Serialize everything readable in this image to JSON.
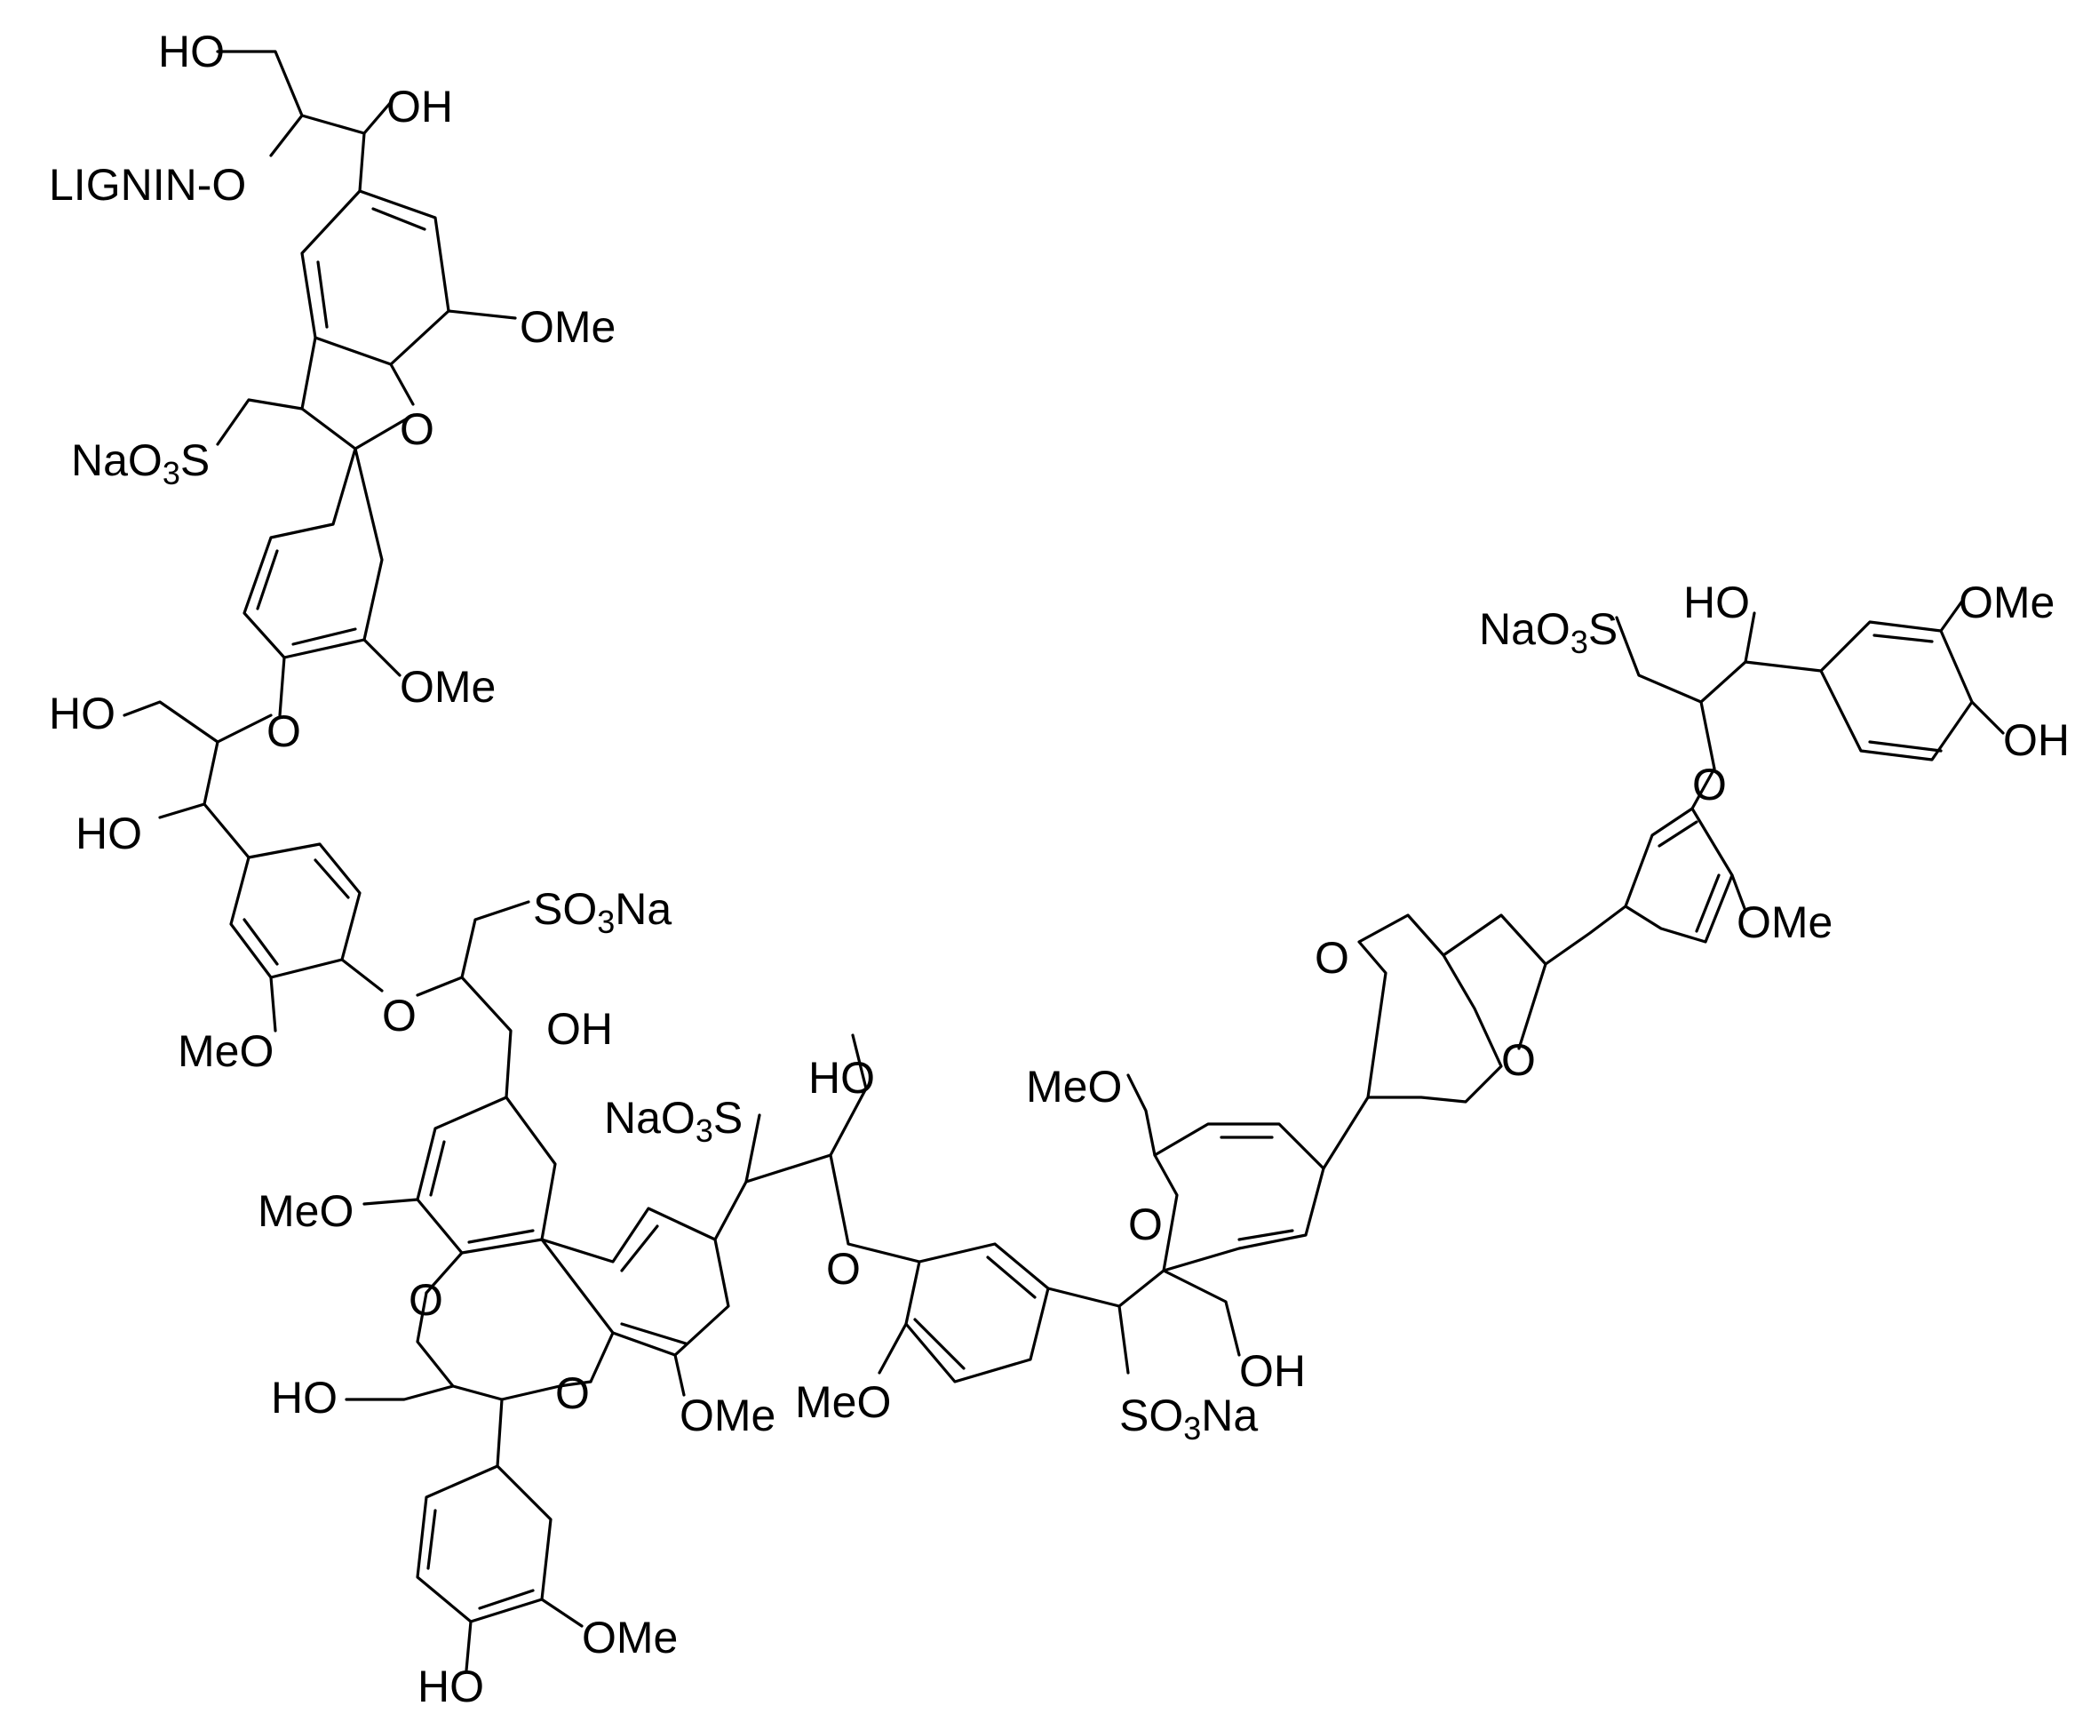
{
  "diagram": {
    "structure": "sulfonated lignin fragment",
    "labels": {
      "lignin_o": "LIGNIN-O",
      "ho_top": "HO",
      "oh_top": "OH",
      "ome_1": "OMe",
      "o_furan": "O",
      "nao3s_top": "NaO3S",
      "ome_2": "OMe",
      "ho_left_1": "HO",
      "o_ether_1": "O",
      "ho_left_2": "HO",
      "so3na_1": "SO3Na",
      "meo_1": "MeO",
      "o_ether_2": "O",
      "oh_mid": "OH",
      "nao3s_mid": "NaO3S",
      "ho_mid_top": "HO",
      "meo_2": "MeO",
      "o_ring_1": "O",
      "o_ring_2": "O",
      "ho_ring": "HO",
      "ome_3": "OMe",
      "o_ether_3": "O",
      "meo_3": "MeO",
      "ho_bottom": "HO",
      "ome_bottom": "OMe",
      "meo_4": "MeO",
      "o_ether_4": "O",
      "oh_right_bottom": "OH",
      "so3na_2": "SO3Na",
      "o_fur_left": "O",
      "o_fur_right": "O",
      "ome_right_mid": "OMe",
      "o_ether_5": "O",
      "nao3s_right": "NaO3S",
      "ho_right": "HO",
      "ome_right_top": "OMe",
      "oh_right": "OH"
    }
  }
}
